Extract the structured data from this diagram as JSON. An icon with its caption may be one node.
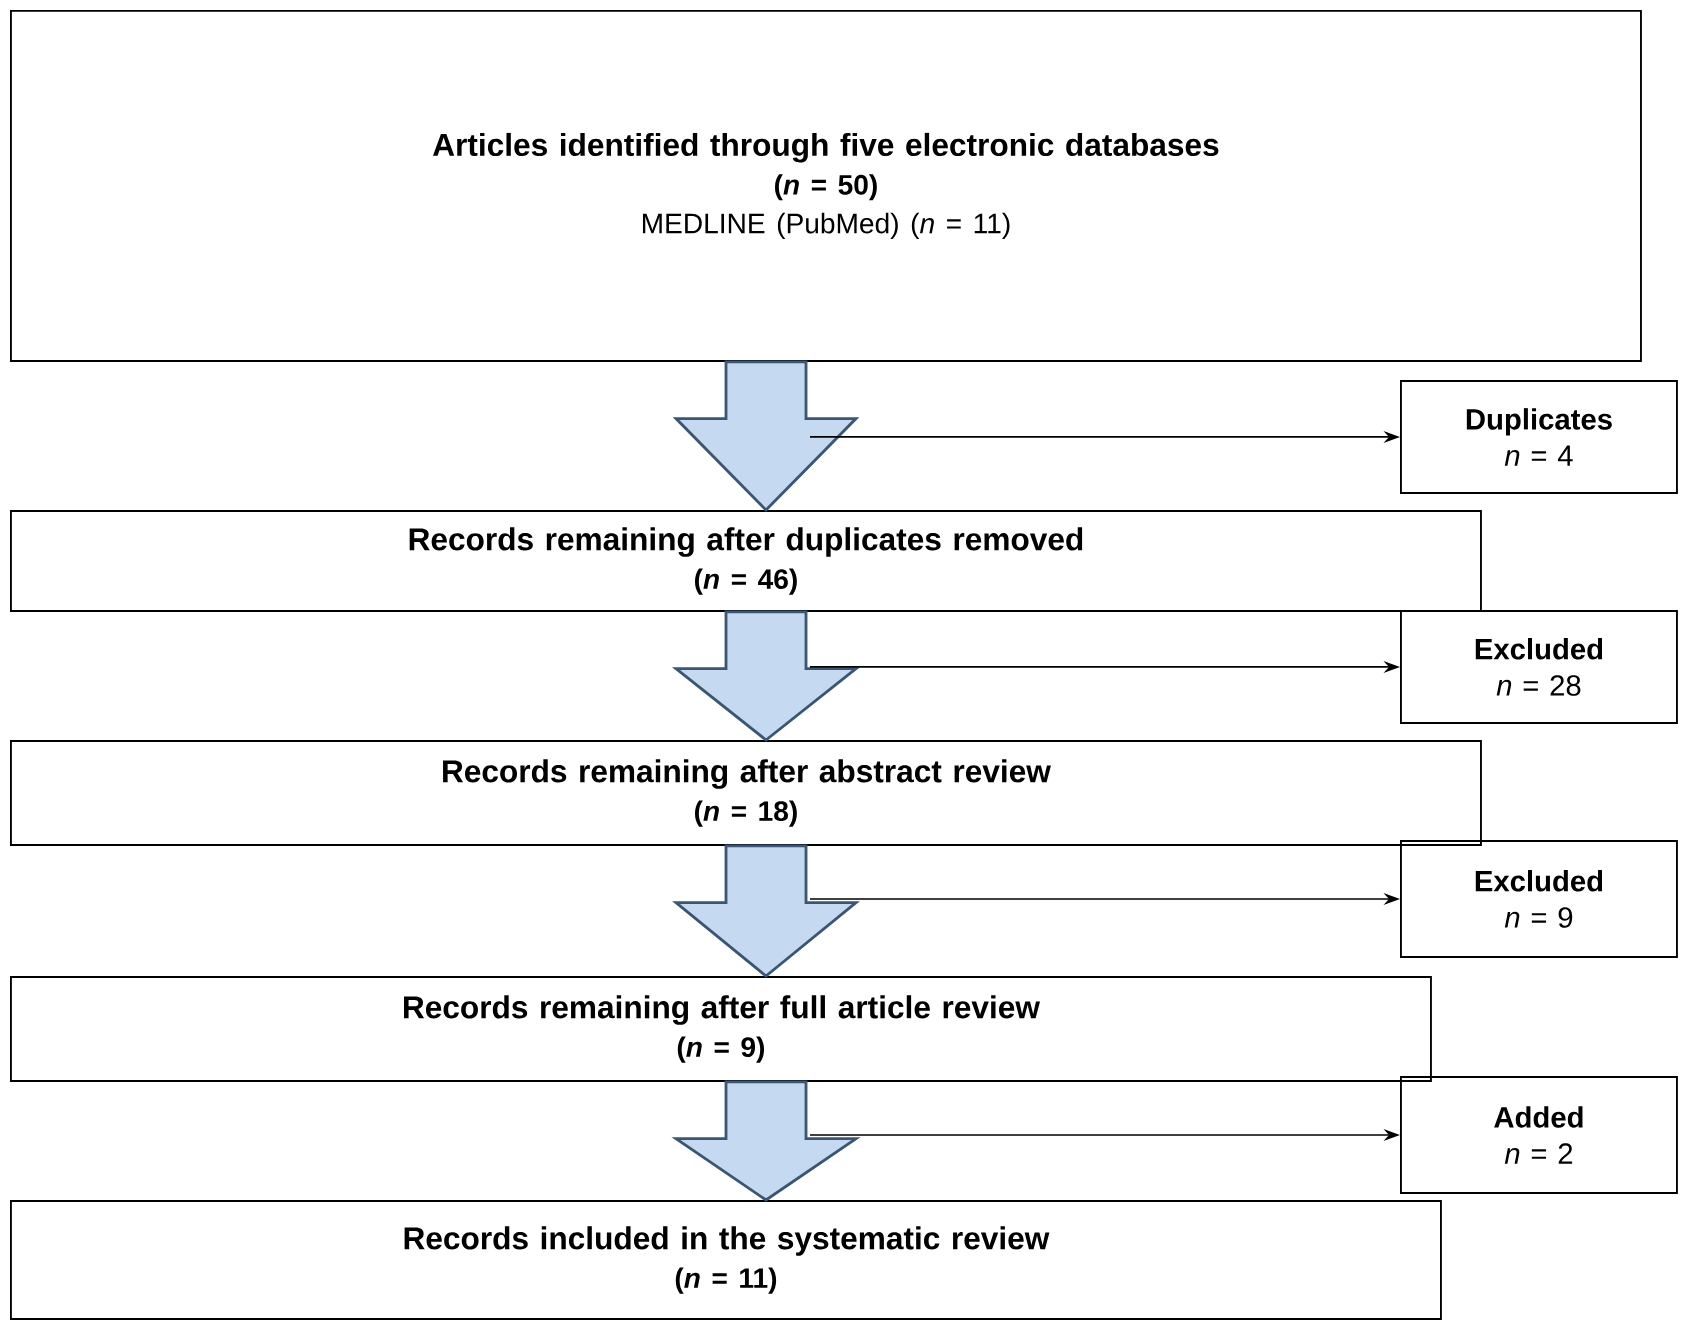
{
  "diagram": {
    "nodes": [
      {
        "text": [
          "Articles identified through  five electronic databases",
          "(*n* = 50)",
          "MEDLINE (PubMed) (*n* = 11)"
        ]
      },
      {
        "text": [
          "Duplicates",
          "*n* = 4"
        ]
      },
      {
        "text": [
          "Records remaining after duplicates removed",
          "(*n* = 46)"
        ]
      },
      {
        "text": [
          "Excluded",
          "*n* = 28"
        ]
      },
      {
        "text": [
          "Records remaining after abstract review",
          "(*n* = 18)"
        ]
      },
      {
        "text": [
          "Excluded",
          "*n* = 9"
        ]
      },
      {
        "text": [
          "Records remaining after full article review",
          "(*n* = 9)"
        ]
      },
      {
        "text": [
          "Added",
          "*n* = 2"
        ]
      },
      {
        "text": [
          "Records included in the systematic review",
          "(*n* = 11)"
        ]
      }
    ],
    "edges": [
      {
        "from": 0,
        "to": 2,
        "arrow": "to"
      },
      {
        "from": null,
        "to": 1,
        "arrow": "to"
      },
      {
        "from": 2,
        "to": 4,
        "arrow": "to"
      },
      {
        "from": null,
        "to": 3,
        "arrow": "to"
      },
      {
        "from": 4,
        "to": 6,
        "arrow": "to"
      },
      {
        "from": null,
        "to": 5,
        "arrow": "to"
      },
      {
        "from": 6,
        "to": 8,
        "arrow": "to"
      },
      {
        "from": null,
        "to": 7,
        "arrow": "to"
      }
    ]
  }
}
